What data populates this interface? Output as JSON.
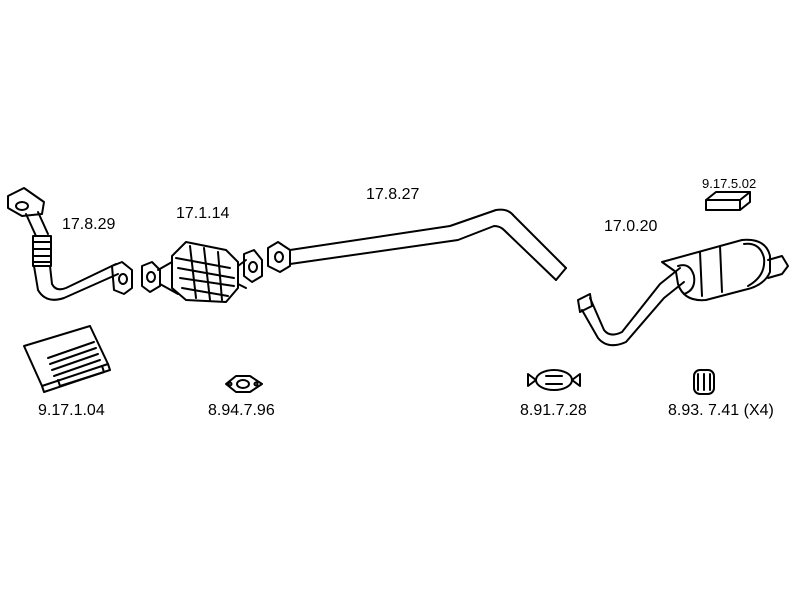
{
  "parts": {
    "front_pipe": "17.8.29",
    "catalytic_converter": "17.1.14",
    "intermediate_pipe": "17.8.27",
    "rear_silencer": "17.0.20",
    "rubber_hanger_block": "9.17.5.02",
    "mounting_kit": "9.17.1.04",
    "flange_gasket": "8.94.7.96",
    "pipe_clamp": "8.91.7.28",
    "rubber_mount": "8.93. 7.41 (X4)"
  }
}
